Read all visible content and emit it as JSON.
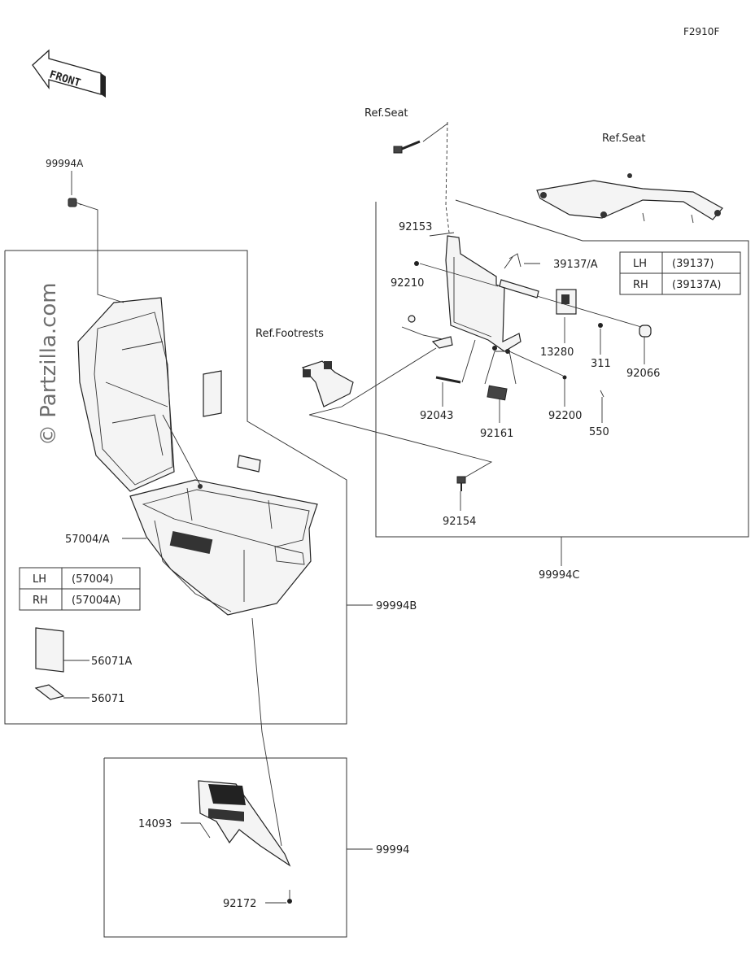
{
  "figure_code": "F2910F",
  "front_label": "FRONT",
  "watermark": "© Partzilla.com",
  "references": {
    "seat_top": "Ref.Seat",
    "seat_right": "Ref.Seat",
    "footrests": "Ref.Footrests"
  },
  "part_numbers": {
    "p99994A": "99994A",
    "p92153": "92153",
    "p39137A": "39137/A",
    "p92210": "92210",
    "p13280": "13280",
    "p311": "311",
    "p92066": "92066",
    "p92043": "92043",
    "p92161": "92161",
    "p92200": "92200",
    "p550": "550",
    "p92154": "92154",
    "p99994C": "99994C",
    "p57004A": "57004/A",
    "p99994B": "99994B",
    "p56071A": "56071A",
    "p56071": "56071",
    "p14093": "14093",
    "p99994": "99994",
    "p92172": "92172"
  },
  "tables": {
    "bracket": [
      {
        "side": "LH",
        "part": "(39137)"
      },
      {
        "side": "RH",
        "part": "(39137A)"
      }
    ],
    "case": [
      {
        "side": "LH",
        "part": "(57004)"
      },
      {
        "side": "RH",
        "part": "(57004A)"
      }
    ]
  }
}
